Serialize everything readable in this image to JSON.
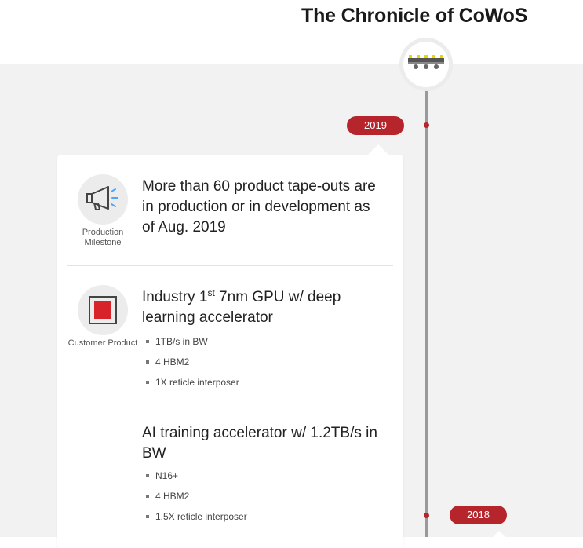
{
  "page": {
    "title": "The Chronicle of CoWoS"
  },
  "timeline": {
    "years": [
      "2019",
      "2018"
    ],
    "colors": {
      "accent": "#b5252b",
      "line": "#9a9a9a",
      "background": "#f2f2f2"
    },
    "top_icon": "interposer-chip-icon"
  },
  "card_2019": {
    "milestone": {
      "category": "Production Milestone",
      "icon": "megaphone-icon",
      "text": "More than 60 product tape-outs are in production or in development as of Aug. 2019"
    },
    "customer_product": {
      "category": "Customer Product",
      "icon": "chip-icon",
      "products": [
        {
          "title_pre": "Industry 1",
          "title_sup": "st",
          "title_post": " 7nm GPU w/ deep learning accelerator",
          "bullets": [
            "1TB/s in BW",
            "4 HBM2",
            "1X reticle interposer"
          ]
        },
        {
          "title_pre": "AI training accelerator w/ 1.2TB/s in BW",
          "bullets": [
            "N16+",
            "4 HBM2",
            "1.5X reticle interposer"
          ]
        }
      ]
    }
  }
}
